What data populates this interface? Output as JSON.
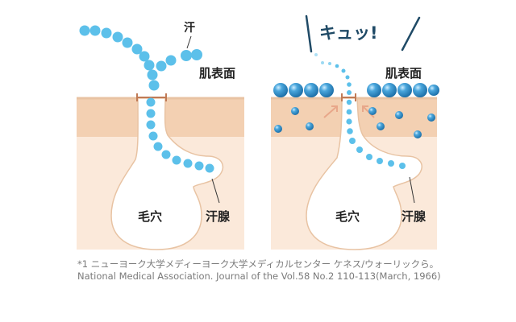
{
  "left_panel": {
    "sweat_label": "汗",
    "skin_surface_label": "肌表面",
    "pore_label": "毛穴",
    "sweat_gland_label": "汗腺"
  },
  "right_panel": {
    "exclamation": "キュッ!",
    "skin_surface_label": "肌表面",
    "pore_label": "毛穴",
    "sweat_gland_label": "汗腺"
  },
  "caption": {
    "line1": "*1 ニューヨーク大学メディーヨーク大学メディカルセンター ケネス/ウォーリックら。",
    "line2": "National Medical Association. Journal of the Vol.58 No.2 110-113(March, 1966)"
  },
  "colors": {
    "skin_light": "#fbe9da",
    "skin_dark": "#f3d0b2",
    "skin_line": "#e8c3a3",
    "sweat_drop": "#5cc0ea",
    "ball_blue": "#2f8cc4",
    "bracket": "#c07a55",
    "arrow": "#e8a78a"
  }
}
